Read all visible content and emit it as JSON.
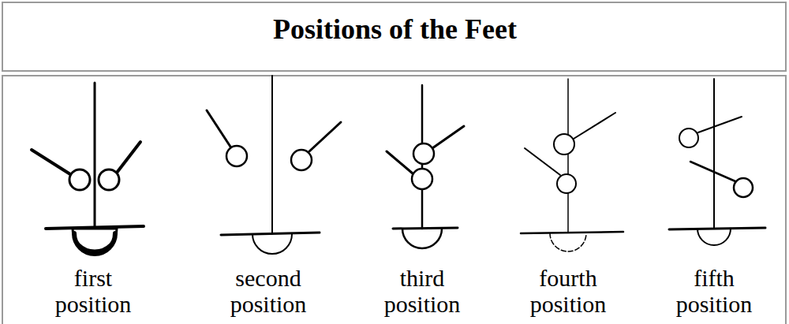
{
  "diagram": {
    "title": "Positions of the Feet",
    "labels": [
      "first position",
      "second position",
      "third position",
      "fourth position",
      "fifth position"
    ]
  }
}
